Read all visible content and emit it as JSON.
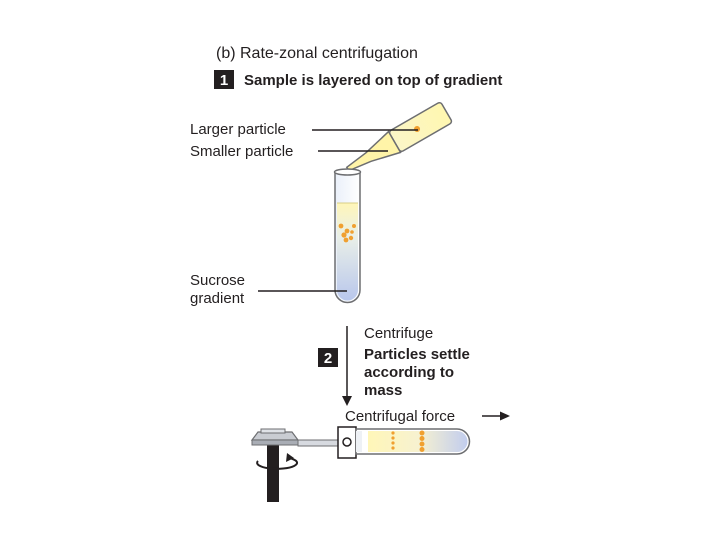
{
  "title": "(b) Rate-zonal centrifugation",
  "step1": {
    "number": "1",
    "text": "Sample is layered on top of gradient"
  },
  "labels": {
    "larger_particle": "Larger particle",
    "smaller_particle": "Smaller particle",
    "sucrose_line1": "Sucrose",
    "sucrose_line2": "gradient",
    "centrifuge": "Centrifuge",
    "centrifugal_force": "Centrifugal force"
  },
  "step2": {
    "number": "2",
    "lines": [
      "Particles settle",
      "according to",
      "mass"
    ]
  },
  "icons": [
    "arrow-down-icon",
    "arrow-right-icon",
    "rotation-arrow-icon",
    "rotor-icon"
  ],
  "colors": {
    "gradient_top": "#fff6b8",
    "gradient_bottom": "#b9c7ec",
    "particle": "#f0a030",
    "tube_outline": "#6d6e71",
    "badge": "#231f20"
  }
}
